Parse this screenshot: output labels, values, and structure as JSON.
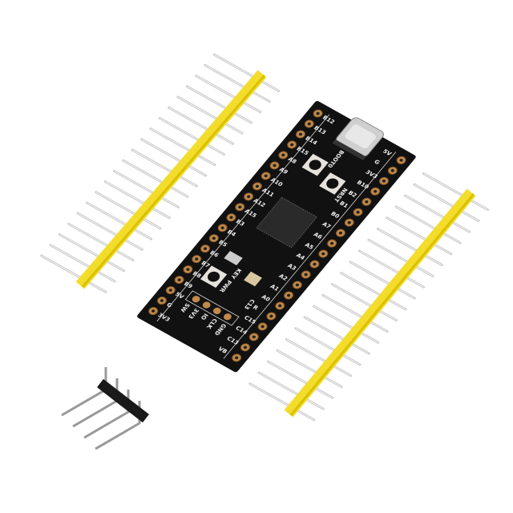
{
  "board": {
    "left_pins": [
      "B12",
      "B13",
      "B14",
      "B15",
      "A8",
      "A9",
      "A10",
      "A11",
      "A12",
      "A15",
      "B3",
      "B4",
      "B5",
      "B6",
      "B7",
      "B8",
      "B9",
      "5V",
      "G",
      "3V3"
    ],
    "right_pins": [
      "5V",
      "G",
      "3V3",
      "B10",
      "B2",
      "B1",
      "B0",
      "A7",
      "A6",
      "A5",
      "A4",
      "A3",
      "A2",
      "A1",
      "A0",
      "R",
      "C15",
      "C14",
      "C13",
      "VB"
    ],
    "boot_label": "BOOT0",
    "reset_label": "NRST",
    "power_label": "PWR",
    "key_label": "KEY",
    "led_label": "C13",
    "swd_labels": [
      "SW",
      "3V3",
      "IO",
      "CLK",
      "GND"
    ],
    "colors": {
      "pcb": "#111111",
      "pad": "#c08a4a",
      "header": "#f3dc2a",
      "pin": "#c9c9c9",
      "silkscreen": "#f2f2f2"
    }
  }
}
